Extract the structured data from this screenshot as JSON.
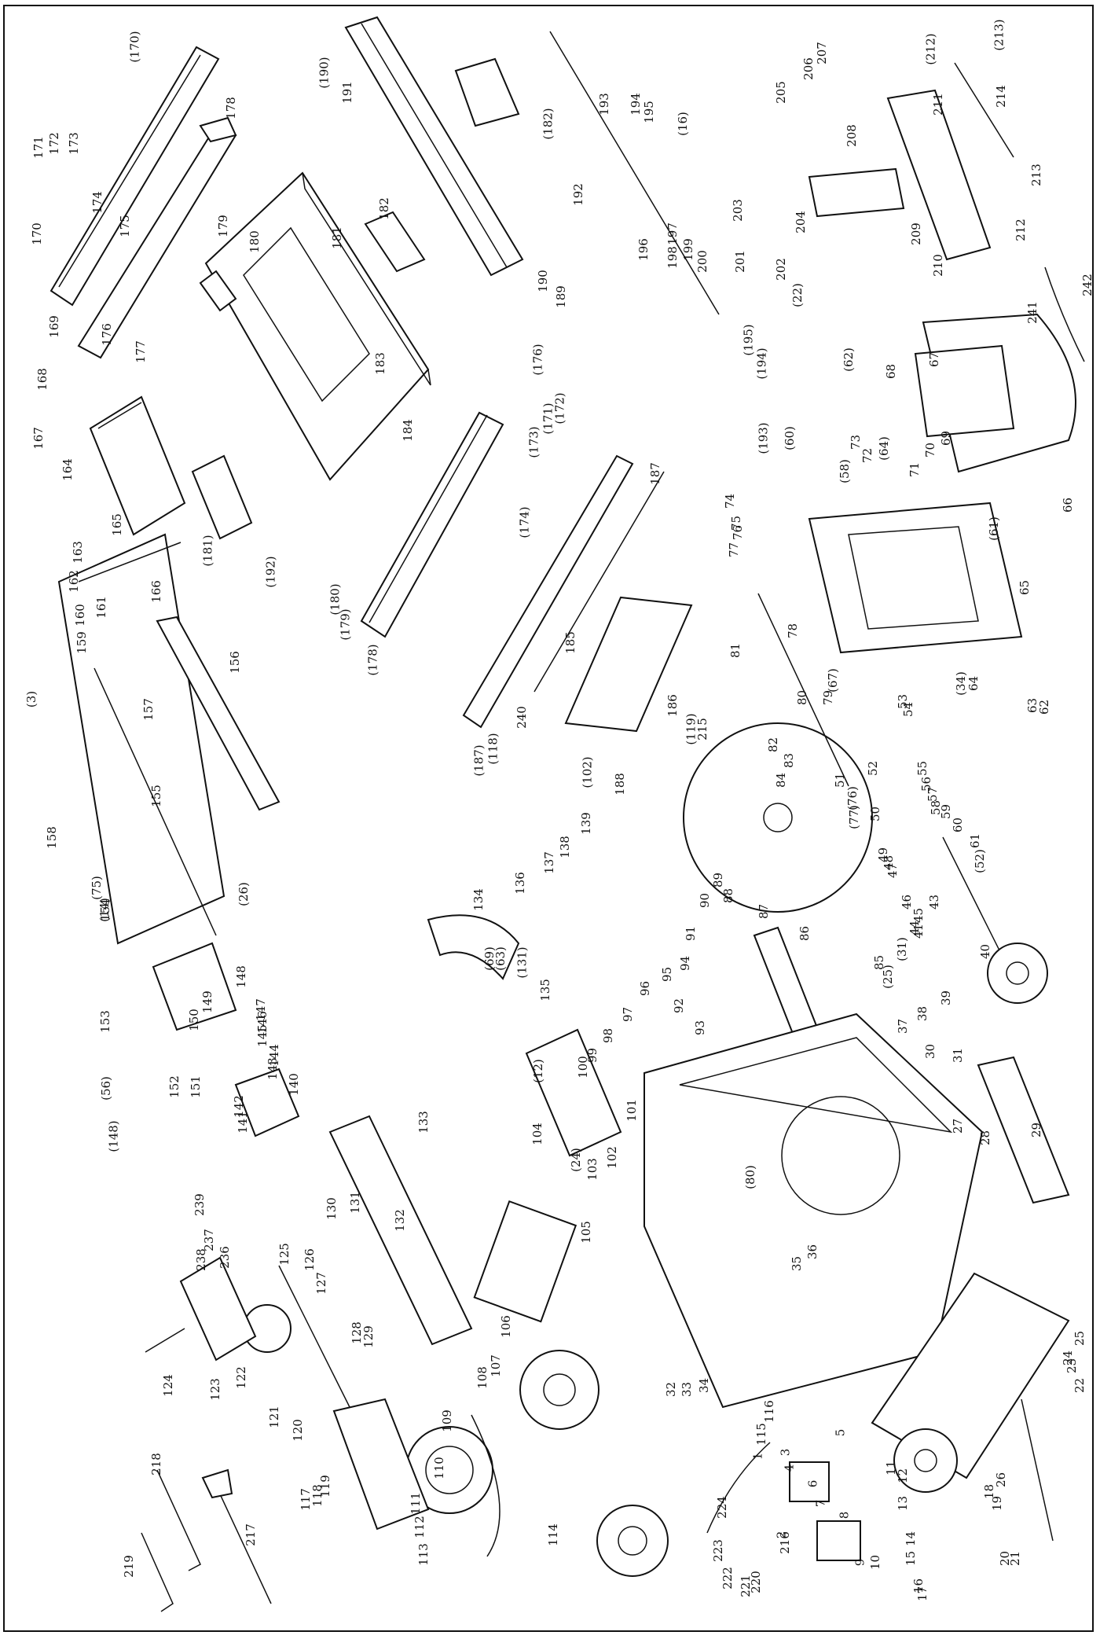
{
  "diagram": {
    "kind": "exploded parts diagram (table saw)",
    "labels": [
      "1",
      "2",
      "3",
      "4",
      "5",
      "6",
      "7",
      "8",
      "9",
      "10",
      "11",
      "12",
      "13",
      "14",
      "15",
      "16",
      "17",
      "18",
      "19",
      "20",
      "21",
      "22",
      "23",
      "24",
      "25",
      "26",
      "27",
      "28",
      "29",
      "30",
      "31",
      "32",
      "33",
      "34",
      "35",
      "36",
      "37",
      "38",
      "39",
      "40",
      "41",
      "43",
      "44",
      "45",
      "46",
      "47",
      "48",
      "49",
      "50",
      "51",
      "52",
      "53",
      "54",
      "55",
      "56",
      "57",
      "58",
      "59",
      "60",
      "61",
      "62",
      "63",
      "64",
      "65",
      "66",
      "67",
      "68",
      "69",
      "70",
      "71",
      "72",
      "73",
      "74",
      "75",
      "76",
      "77",
      "78",
      "79",
      "80",
      "81",
      "82",
      "83",
      "84",
      "85",
      "86",
      "87",
      "88",
      "89",
      "90",
      "91",
      "92",
      "93",
      "94",
      "95",
      "96",
      "97",
      "98",
      "99",
      "100",
      "101",
      "102",
      "103",
      "104",
      "105",
      "106",
      "107",
      "108",
      "109",
      "110",
      "111",
      "112",
      "113",
      "114",
      "115",
      "116",
      "117",
      "118",
      "119",
      "120",
      "121",
      "122",
      "123",
      "124",
      "125",
      "126",
      "127",
      "128",
      "129",
      "130",
      "131",
      "132",
      "133",
      "134",
      "135",
      "136",
      "137",
      "138",
      "139",
      "140",
      "141",
      "142",
      "143",
      "144",
      "145",
      "146",
      "147",
      "148",
      "149",
      "150",
      "151",
      "152",
      "153",
      "154",
      "155",
      "156",
      "157",
      "158",
      "159",
      "160",
      "161",
      "162",
      "163",
      "164",
      "165",
      "166",
      "167",
      "168",
      "169",
      "170",
      "171",
      "172",
      "173",
      "174",
      "175",
      "176",
      "177",
      "178",
      "179",
      "180",
      "181",
      "182",
      "183",
      "184",
      "185",
      "186",
      "187",
      "188",
      "189",
      "190",
      "191",
      "192",
      "193",
      "194",
      "195",
      "196",
      "197",
      "198",
      "199",
      "200",
      "201",
      "202",
      "203",
      "204",
      "205",
      "206",
      "207",
      "208",
      "209",
      "210",
      "211",
      "212",
      "213",
      "214",
      "215",
      "216",
      "217",
      "218",
      "219",
      "220",
      "221",
      "222",
      "223",
      "224",
      "236",
      "237",
      "238",
      "239",
      "240",
      "241",
      "242",
      "(3)",
      "(12)",
      "(14)",
      "(16)",
      "(22)",
      "(24)",
      "(25)",
      "(26)",
      "(31)",
      "(34)",
      "(52)",
      "(56)",
      "(58)",
      "(60)",
      "(61)",
      "(62)",
      "(63)",
      "(64)",
      "(67)",
      "(69)",
      "(75)",
      "(76)",
      "(77)",
      "(80)",
      "(102)",
      "(118)",
      "(119)",
      "(131)",
      "(148)",
      "(170)",
      "(171)",
      "(172)",
      "(173)",
      "(174)",
      "(176)",
      "(178)",
      "(179)",
      "(180)",
      "(181)",
      "(182)",
      "(187)",
      "(190)",
      "(192)",
      "(193)",
      "(194)",
      "(195)",
      "(212)",
      "(213)"
    ]
  }
}
